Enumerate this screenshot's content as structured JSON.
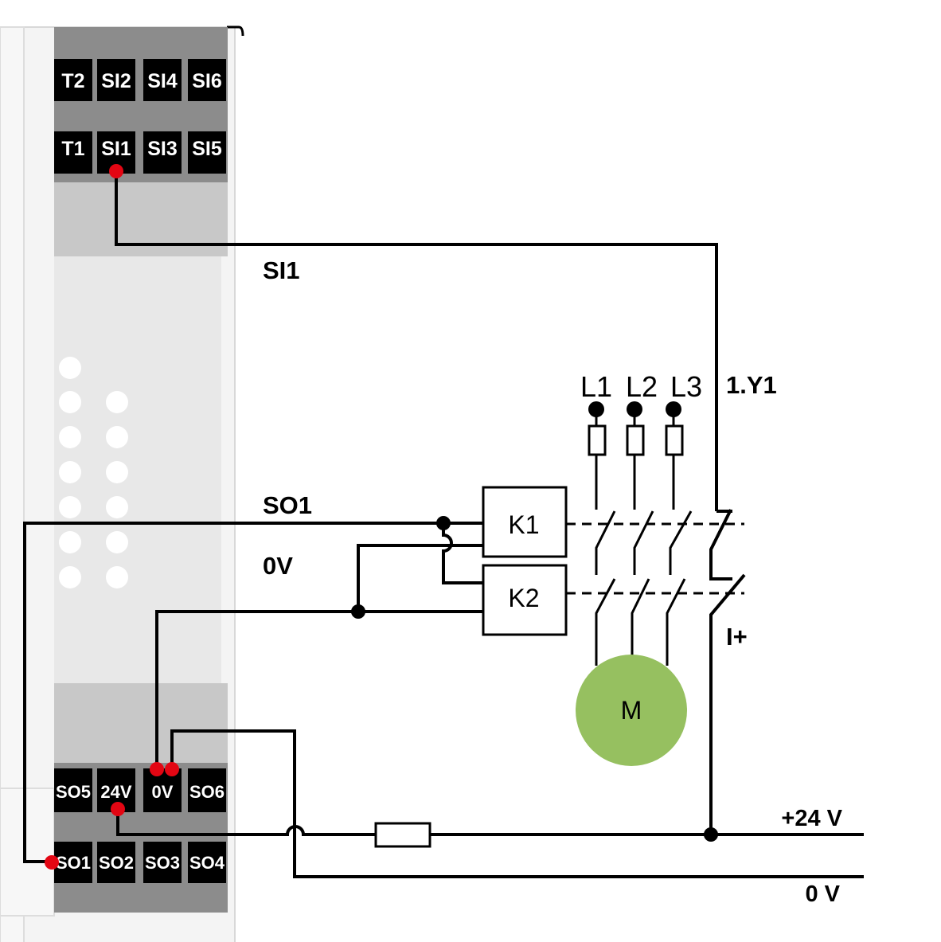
{
  "module": {
    "top_row_1": [
      "T2",
      "SI2",
      "SI4",
      "SI6"
    ],
    "top_row_2": [
      "T1",
      "SI1",
      "SI3",
      "SI5"
    ],
    "bottom_row_1": [
      "SO5",
      "24V",
      "0V",
      "SO6"
    ],
    "bottom_row_2": [
      "SO1",
      "SO2",
      "SO3",
      "SO4"
    ]
  },
  "labels": {
    "si1": "SI1",
    "so1": "SO1",
    "zero_v": "0V",
    "y1": "1.Y1",
    "i_plus": "I+",
    "plus24": "+24 V",
    "zero_v_rail": "0 V",
    "l1": "L1",
    "l2": "L2",
    "l3": "L3",
    "k1": "K1",
    "k2": "K2",
    "motor": "M"
  },
  "colors": {
    "connection_dot": "#e30613",
    "motor_fill": "#96c060",
    "terminal_bg": "#000000",
    "module_dark": "#8c8c8c",
    "module_light": "#c8c8c8"
  }
}
